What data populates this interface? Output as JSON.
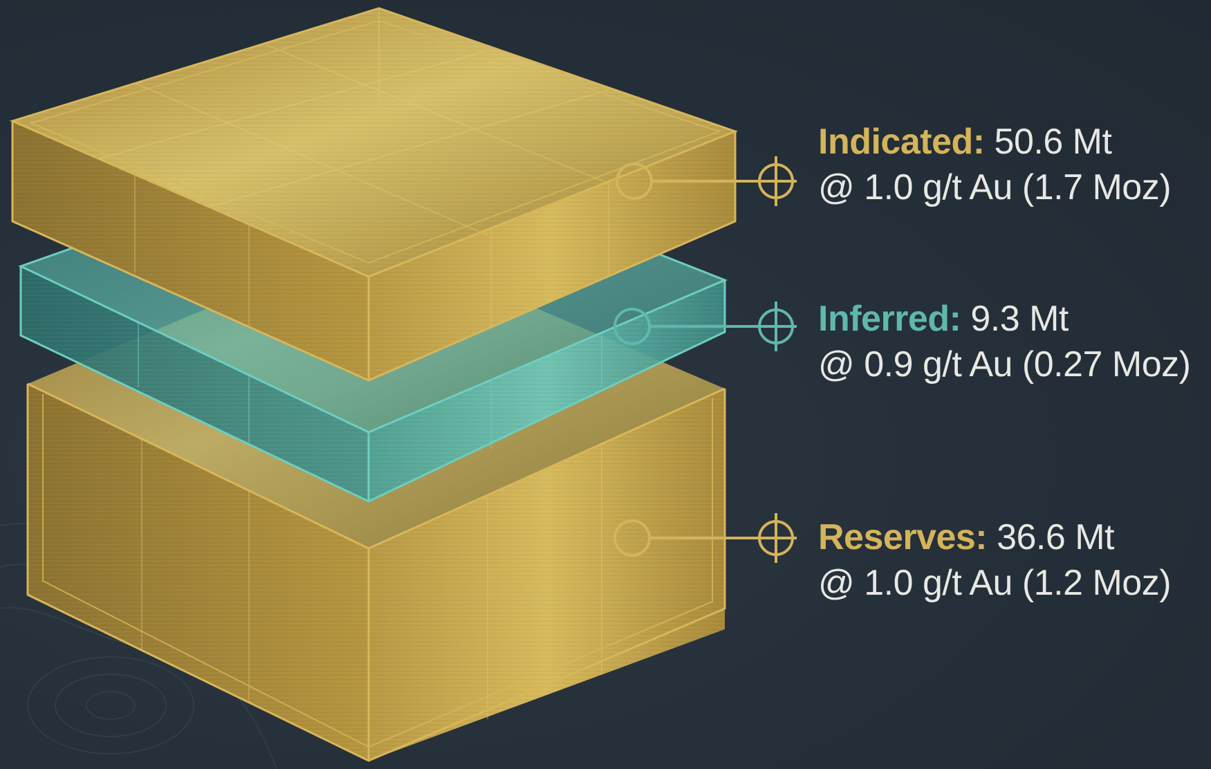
{
  "colors": {
    "background": "#26303a",
    "gold": "#c9a84c",
    "gold_line": "#d8b65a",
    "teal": "#5fb8ad",
    "teal_line": "#6ccfc0",
    "text": "#e8e8e4"
  },
  "layers": [
    {
      "id": "indicated",
      "name": "Indicated:",
      "tonnage": "50.6 Mt",
      "grade_line": "@ 1.0 g/t Au (1.7 Moz)",
      "color": "#d4b45a",
      "icon": "crosshair-icon"
    },
    {
      "id": "inferred",
      "name": "Inferred:",
      "tonnage": "9.3 Mt",
      "grade_line": "@ 0.9 g/t Au (0.27 Moz)",
      "color": "#5fb8ad",
      "icon": "crosshair-icon"
    },
    {
      "id": "reserves",
      "name": "Reserves:",
      "tonnage": "36.6 Mt",
      "grade_line": "@ 1.0 g/t Au (1.2 Moz)",
      "color": "#d4b45a",
      "icon": "crosshair-icon"
    }
  ]
}
